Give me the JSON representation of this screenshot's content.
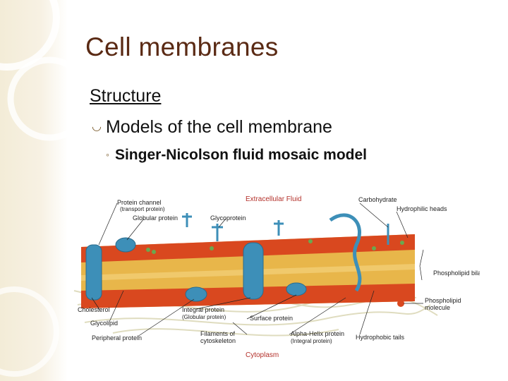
{
  "slide": {
    "title": "Cell membranes",
    "heading": "Structure",
    "bullet_level1": "Models of the cell membrane",
    "bullet_level2": "Singer-Nicolson fluid mosaic model"
  },
  "diagram": {
    "labels": {
      "extracellular": "Extracellular Fluid",
      "cytoplasm": "Cytoplasm",
      "protein_channel": "Protein channel",
      "protein_channel_sub": "(transport protein)",
      "globular_protein": "Globular protein",
      "glycoprotein": "Glycoprotein",
      "carbohydrate": "Carbohydrate",
      "hydrophilic_heads": "Hydrophilic heads",
      "phospholipid_bilayer": "Phospholipid bilayer",
      "phospholipid_molecule_1": "Phospholipid",
      "phospholipid_molecule_2": "molecule",
      "cholesterol": "Cholesterol",
      "glycolipid": "Glycolipid",
      "peripheral_protein": "Peripheral protein",
      "integral_protein": "Integral protein",
      "integral_protein_sub": "(Globular protein)",
      "surface_protein": "Surface protein",
      "filaments_1": "Filaments of",
      "filaments_2": "cytoskeleton",
      "alpha_helix": "Alpha-Helix protein",
      "alpha_helix_sub": "(Integral protein)",
      "hydrophobic_tails": "Hydrophobic tails"
    }
  },
  "colors": {
    "title": "#5a2a14",
    "heads": "#d9481f",
    "tails": "#e8b64a",
    "protein": "#3d8fb8",
    "label_red": "#b3302a"
  }
}
